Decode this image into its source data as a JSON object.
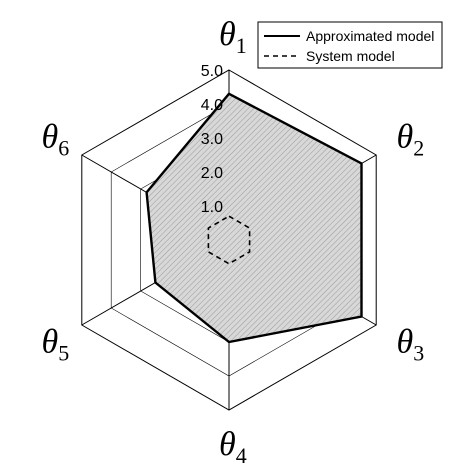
{
  "chart_data": {
    "type": "radar",
    "axes": [
      {
        "symbol": "θ",
        "sub": "1"
      },
      {
        "symbol": "θ",
        "sub": "2"
      },
      {
        "symbol": "θ",
        "sub": "3"
      },
      {
        "symbol": "θ",
        "sub": "4"
      },
      {
        "symbol": "θ",
        "sub": "5"
      },
      {
        "symbol": "θ",
        "sub": "6"
      }
    ],
    "rmax": 5.0,
    "ticks": [
      1.0,
      2.0,
      3.0,
      4.0,
      5.0
    ],
    "tick_labels": [
      "1.0",
      "2.0",
      "3.0",
      "4.0",
      "5.0"
    ],
    "grid": true,
    "legend_position": "top-right",
    "series": [
      {
        "name": "Approximated model",
        "values": [
          4.3,
          4.5,
          4.5,
          3.0,
          2.5,
          2.8
        ],
        "line": "solid",
        "fill": "hatched"
      },
      {
        "name": "System model",
        "values": [
          0.7,
          0.7,
          0.7,
          0.7,
          0.7,
          0.7
        ],
        "line": "dashed",
        "fill": "none"
      }
    ]
  }
}
